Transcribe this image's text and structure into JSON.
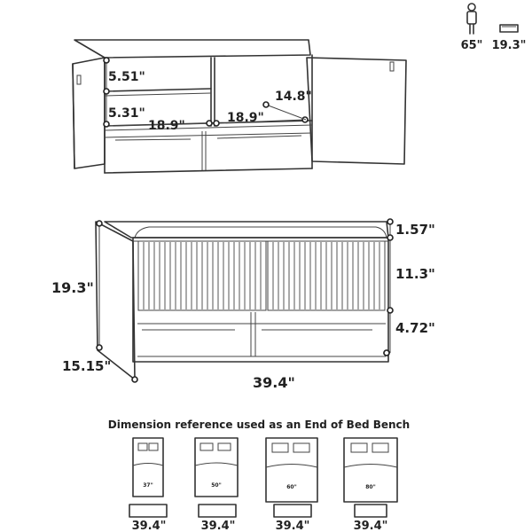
{
  "scale": {
    "person_height": "65\"",
    "bench_height": "19.3\""
  },
  "interior": {
    "shelf_gap_top": "5.51\"",
    "shelf_gap_bottom": "5.31\"",
    "left_width": "18.9\"",
    "right_width": "18.9\"",
    "depth": "14.8\""
  },
  "front": {
    "cushion": "1.57\"",
    "door": "11.3\"",
    "base": "4.72\"",
    "height": "19.3\"",
    "depth": "15.15\"",
    "width": "39.4\""
  },
  "reference": {
    "title": "Dimension reference used as an End of Bed Bench",
    "beds": [
      {
        "bed_width": "37\"",
        "bench_width": "39.4\""
      },
      {
        "bed_width": "50\"",
        "bench_width": "39.4\""
      },
      {
        "bed_width": "60\"",
        "bench_width": "39.4\""
      },
      {
        "bed_width": "80\"",
        "bench_width": "39.4\""
      }
    ]
  }
}
